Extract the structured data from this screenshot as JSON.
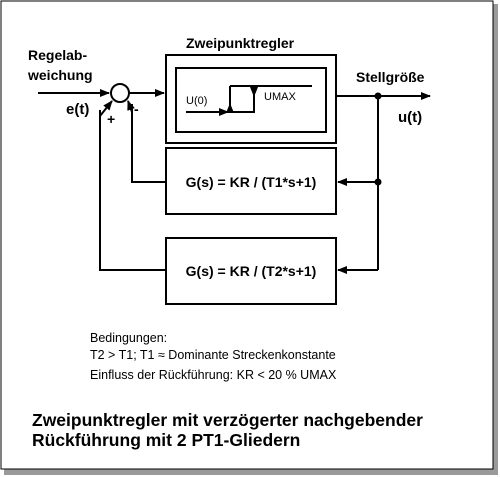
{
  "diagram": {
    "controller_title": "Zweipunktregler",
    "input_label_line1": "Regelab-",
    "input_label_line2": "weichung",
    "input_signal": "e(t)",
    "output_label": "Stellgröße",
    "output_signal": "u(t)",
    "sum_plus": "+",
    "sum_minus": "-",
    "relay_input": "U(0)",
    "relay_max": "UMAX",
    "feedback_block_1": "G(s) = KR / (T1*s+1)",
    "feedback_block_2": "G(s) = KR / (T2*s+1)"
  },
  "conditions": {
    "heading": "Bedingungen:",
    "line1": "T2 > T1; T1 ≈ Dominante Streckenkonstante",
    "line2": "Einfluss der Rückführung: KR < 20 % UMAX"
  },
  "caption": {
    "line1": "Zweipunktregler mit verzögerter nachgebender",
    "line2": "Rückführung mit 2 PT1-Gliedern"
  }
}
